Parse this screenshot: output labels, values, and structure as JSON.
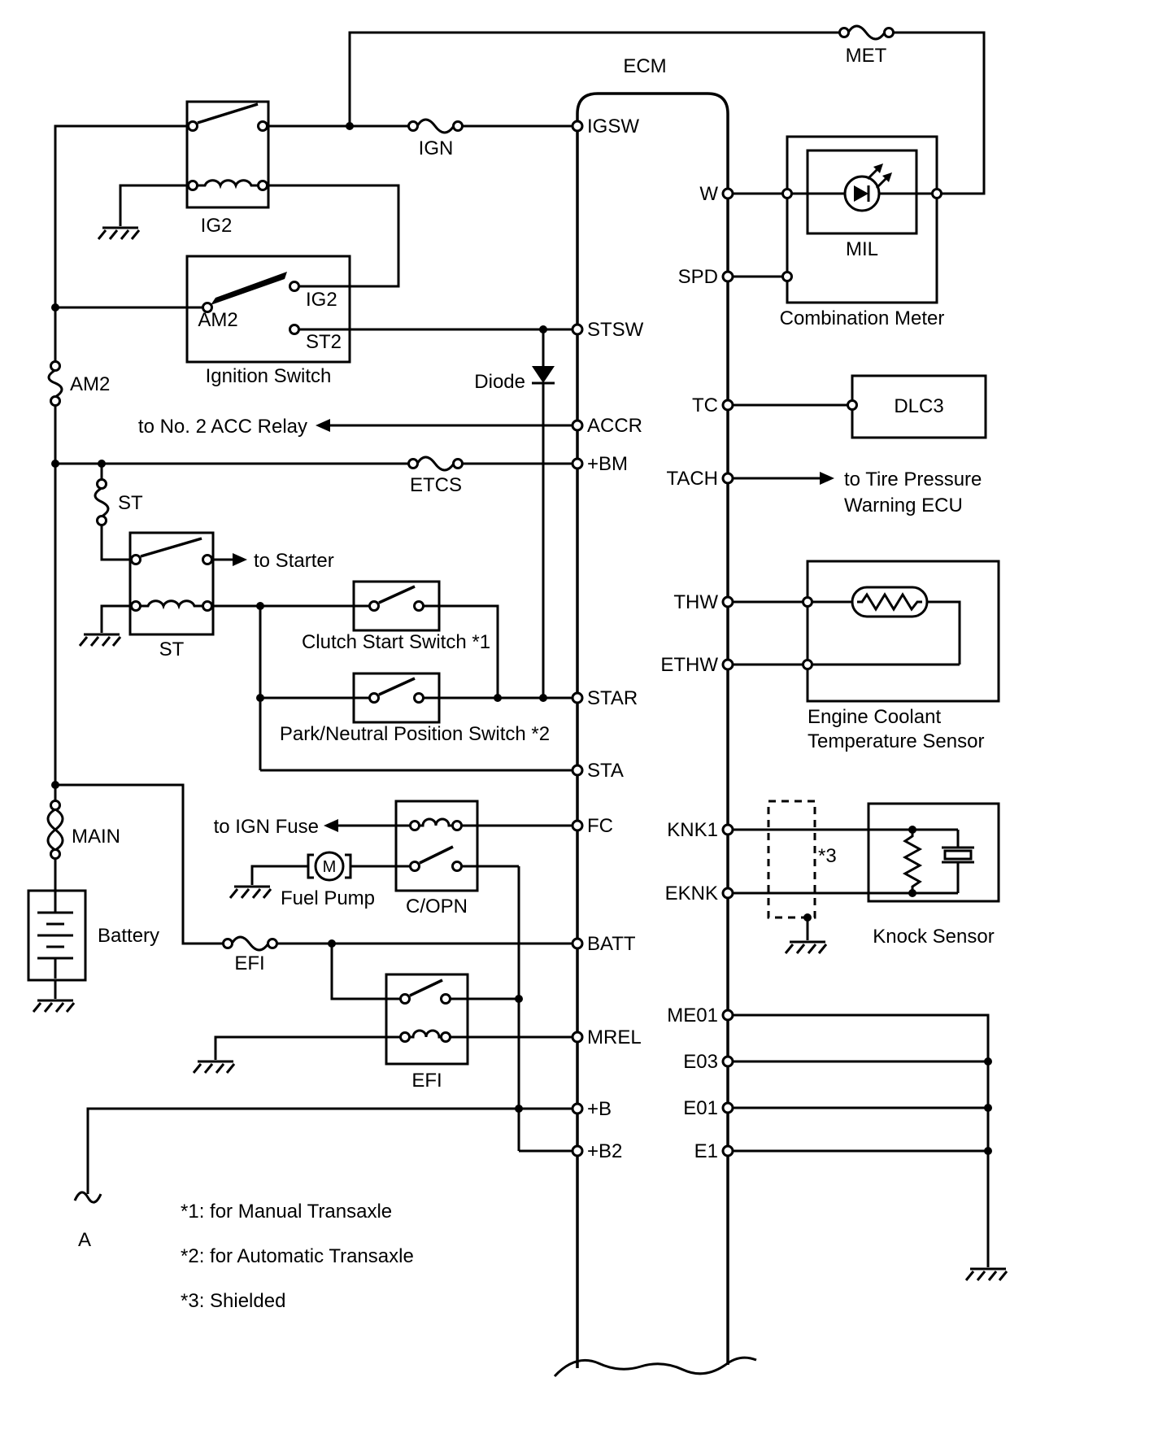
{
  "ecm": {
    "label": "ECM",
    "left_pins": [
      "IGSW",
      "STSW",
      "ACCR",
      "+BM",
      "STAR",
      "STA",
      "FC",
      "BATT",
      "MREL",
      "+B",
      "+B2"
    ],
    "right_pins": [
      "W",
      "SPD",
      "TC",
      "TACH",
      "THW",
      "ETHW",
      "KNK1",
      "EKNK",
      "ME01",
      "E03",
      "E01",
      "E1"
    ]
  },
  "fuses": {
    "met": "MET",
    "ign": "IGN",
    "am2": "AM2",
    "etcs": "ETCS",
    "st": "ST",
    "main": "MAIN",
    "efi": "EFI"
  },
  "relays": {
    "ig2": "IG2",
    "st": "ST",
    "copn": "C/OPN",
    "efi": "EFI"
  },
  "ignition_switch": {
    "label": "Ignition Switch",
    "terminals": {
      "am2": "AM2",
      "ig2": "IG2",
      "st2": "ST2"
    }
  },
  "switches": {
    "clutch_start": "Clutch Start Switch *1",
    "park_neutral": "Park/Neutral Position Switch *2"
  },
  "components": {
    "diode": "Diode",
    "battery": "Battery",
    "fuel_pump": "Fuel Pump",
    "motor": "M",
    "mil": "MIL",
    "combination_meter": "Combination Meter",
    "dlc3": "DLC3",
    "coolant_sensor_line1": "Engine Coolant",
    "coolant_sensor_line2": "Temperature Sensor",
    "knock_sensor": "Knock Sensor",
    "shield_ref": "*3",
    "connector_a": "A"
  },
  "annotations": {
    "to_acc_relay": "to No. 2 ACC Relay",
    "to_starter": "to Starter",
    "to_ign_fuse": "to IGN Fuse",
    "to_tire_pressure_line1": "to Tire Pressure",
    "to_tire_pressure_line2": "Warning ECU"
  },
  "notes": [
    "*1: for Manual Transaxle",
    "*2: for Automatic Transaxle",
    "*3: Shielded"
  ],
  "colors": {
    "wire": "#000000",
    "background": "#ffffff"
  }
}
